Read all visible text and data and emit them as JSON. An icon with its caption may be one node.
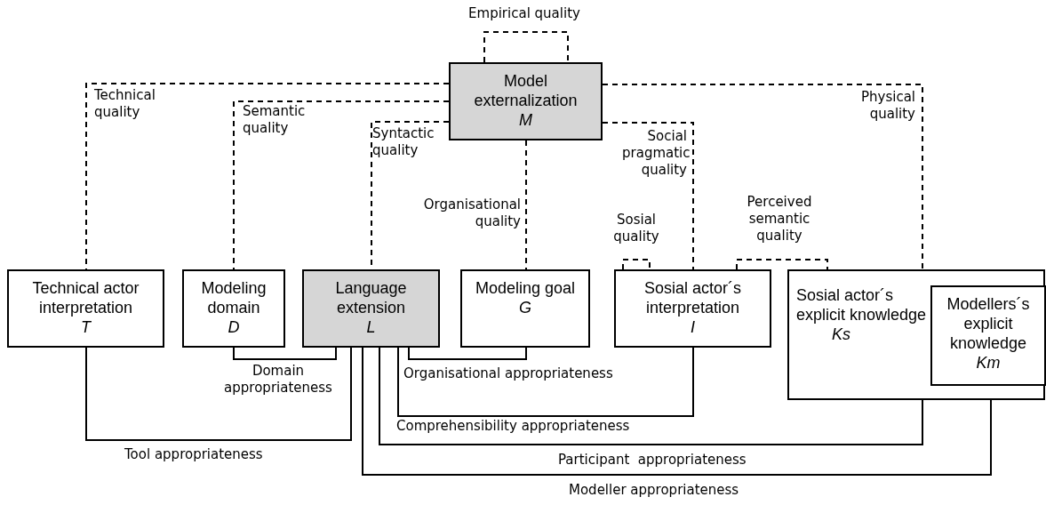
{
  "diagram": {
    "nodes": [
      {
        "text": [
          "Model externalization",
          "M"
        ]
      },
      {
        "text": [
          "Technical actor interpretation",
          "T"
        ]
      },
      {
        "text": [
          "Modeling domain",
          "D"
        ]
      },
      {
        "text": [
          "Language extension",
          "L"
        ]
      },
      {
        "text": [
          "Modeling goal",
          "G"
        ]
      },
      {
        "text": [
          "Sosial actor´s interpretation",
          "I"
        ]
      },
      {
        "text": [
          "Sosial actor´s explicit knowledge",
          "Ks"
        ]
      },
      {
        "text": [
          "Modellers´s explicit knowledge",
          "Km"
        ],
        "in": 6
      }
    ],
    "edges": [
      {
        "from": 0,
        "to": 0,
        "arrow": "none",
        "style": "dashed",
        "label": "Empirical quality"
      },
      {
        "from": 0,
        "to": 1,
        "arrow": "none",
        "style": "dashed",
        "label": "Technical quality"
      },
      {
        "from": 0,
        "to": 2,
        "arrow": "none",
        "style": "dashed",
        "label": "Semantic quality"
      },
      {
        "from": 0,
        "to": 3,
        "arrow": "none",
        "style": "dashed",
        "label": "Syntactic quality"
      },
      {
        "from": 0,
        "to": 4,
        "arrow": "none",
        "style": "dashed",
        "label": "Organisational quality"
      },
      {
        "from": 0,
        "to": 5,
        "arrow": "none",
        "style": "dashed",
        "label": "Social pragmatic quality"
      },
      {
        "from": 0,
        "to": 6,
        "arrow": "none",
        "style": "dashed",
        "label": "Physical quality"
      },
      {
        "from": 5,
        "to": 5,
        "arrow": "none",
        "style": "dashed",
        "label": "Sosial quality"
      },
      {
        "from": 5,
        "to": 6,
        "arrow": "none",
        "style": "dashed",
        "label": "Perceived semantic quality"
      },
      {
        "from": 2,
        "to": 3,
        "arrow": "none",
        "label": "Domain appropriateness"
      },
      {
        "from": 1,
        "to": 3,
        "arrow": "none",
        "label": "Tool appropriateness"
      },
      {
        "from": 3,
        "to": 4,
        "arrow": "none",
        "label": "Organisational appropriateness"
      },
      {
        "from": 3,
        "to": 5,
        "arrow": "none",
        "label": "Comprehensibility appropriateness"
      },
      {
        "from": 3,
        "to": 6,
        "arrow": "none",
        "label": "Participant  appropriateness"
      },
      {
        "from": 3,
        "to": 7,
        "arrow": "none",
        "label": "Modeller appropriateness"
      }
    ]
  }
}
